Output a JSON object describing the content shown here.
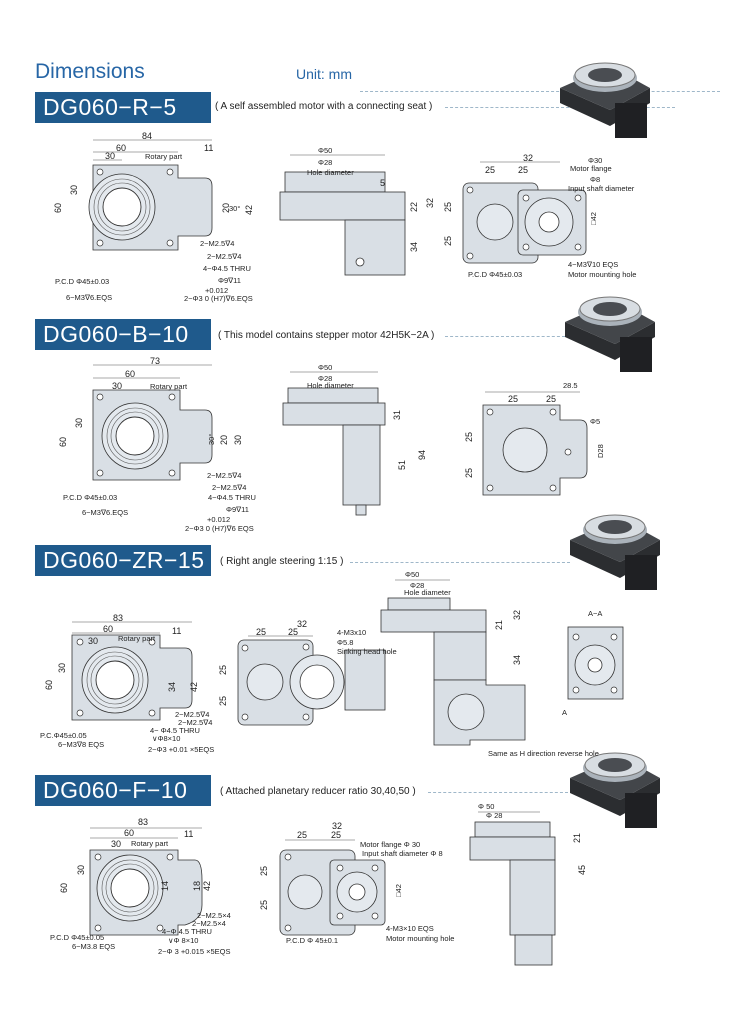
{
  "header": {
    "title": "Dimensions",
    "unit": "Unit: mm"
  },
  "colors": {
    "banner": "#1f5a8c",
    "title": "#2766a6",
    "part_fill": "#d9dfe5"
  },
  "sections": [
    {
      "model": "DG060−R−5",
      "note": "( A self assembled motor with a connecting seat )",
      "top_view": [
        "84",
        "60",
        "30",
        "Rotary part",
        "11",
        "30",
        "60",
        "20",
        "30°",
        "42",
        "2−M2.5∇4",
        "2−M2.5∇4",
        "4−Φ4.5 THRU",
        "Φ9∇11",
        "+0.012",
        "2−Φ3  0  (H7)∇6.EQS",
        "P.C.D  Φ45±0.03",
        "6−M3∇6.EQS"
      ],
      "side_view": [
        "Φ50",
        "Φ28",
        "Hole diameter",
        "5",
        "22",
        "32",
        "34"
      ],
      "motor_view": [
        "32",
        "25",
        "25",
        "Φ30",
        "Motor flange",
        "Φ8",
        "Input shaft diameter",
        "25",
        "25",
        "□42",
        "4−M3∇10 EQS",
        "Motor mounting hole",
        "P.C.D  Φ45±0.03"
      ]
    },
    {
      "model": "DG060−B−10",
      "note": "( This model contains stepper motor 42H5K−2A )",
      "top_view": [
        "73",
        "60",
        "30",
        "Rotary part",
        "30",
        "60",
        "30°",
        "20",
        "30",
        "2−M2.5∇4",
        "2−M2.5∇4",
        "4−Φ4.5 THRU",
        "Φ9∇11",
        "+0.012",
        "2−Φ3  0  (H7)∇6 EQS",
        "P.C.D  Φ45±0.03",
        "6−M3∇6.EQS"
      ],
      "side_view": [
        "Φ50",
        "Φ28",
        "Hole diameter",
        "31",
        "51",
        "94"
      ],
      "motor_view": [
        "28.5",
        "25",
        "25",
        "Φ5",
        "25",
        "25",
        "D28"
      ]
    },
    {
      "model": "DG060−ZR−15",
      "note": "( Right angle steering 1:15 )",
      "top_view": [
        "83",
        "60",
        "30",
        "Rotary part",
        "11",
        "30",
        "60",
        "34",
        "42",
        "2−M2.5∇4",
        "2−M2.5∇4",
        "4− Φ4.5 THRU",
        "∨Φ8×10",
        "P.C.Φ45±0.05",
        "6−M3∇8 EQS",
        "2−Φ3 +0.01 ×5EQS"
      ],
      "motor_view": [
        "32",
        "25",
        "25",
        "25",
        "25",
        "4-M3x10",
        "Φ5.8",
        "Sinking head hole"
      ],
      "side_view": [
        "Φ50",
        "Φ28",
        "Hole diameter",
        "21",
        "32",
        "34",
        "Same as H direction reverse hole"
      ],
      "section_view": [
        "A−A",
        "A"
      ]
    },
    {
      "model": "DG060−F−10",
      "note": "( Attached planetary reducer ratio 30,40,50 )",
      "top_view": [
        "83",
        "60",
        "30",
        "Rotary part",
        "11",
        "30",
        "60",
        "14",
        "18",
        "42",
        "2−M2.5×4",
        "2−M2.5×4",
        "4−Φ 4.5  THRU",
        "∨Φ 8×10",
        "P.C.D Φ45±0.05",
        "6−M3.8 EQS",
        "2−Φ 3 +0.015 ×5EQS"
      ],
      "motor_view": [
        "32",
        "25",
        "25",
        "Motor flange Φ 30",
        "Input shaft diameter Φ 8",
        "25",
        "25",
        "□42",
        "P.C.D  Φ 45±0.1",
        "4-M3×10 EQS",
        "Motor mounting hole"
      ],
      "side_view": [
        "Φ 50",
        "Φ 28",
        "21",
        "45"
      ]
    }
  ]
}
